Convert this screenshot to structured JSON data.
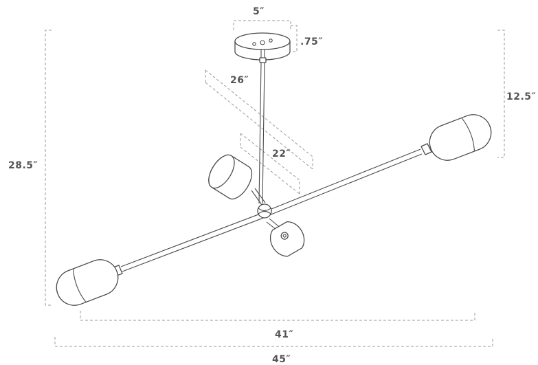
{
  "diagram": {
    "dimensions": {
      "canopy_width": "5″",
      "canopy_height": ".75″",
      "rod_length": "26″",
      "arm_drop": "22″",
      "upper_drop": "12.5″",
      "total_height": "28.5″",
      "arm_span": "41″",
      "total_width": "45″"
    },
    "colors": {
      "line": "#4a4a4a",
      "dimension_line": "#9a9a9a",
      "label": "#555555"
    }
  }
}
